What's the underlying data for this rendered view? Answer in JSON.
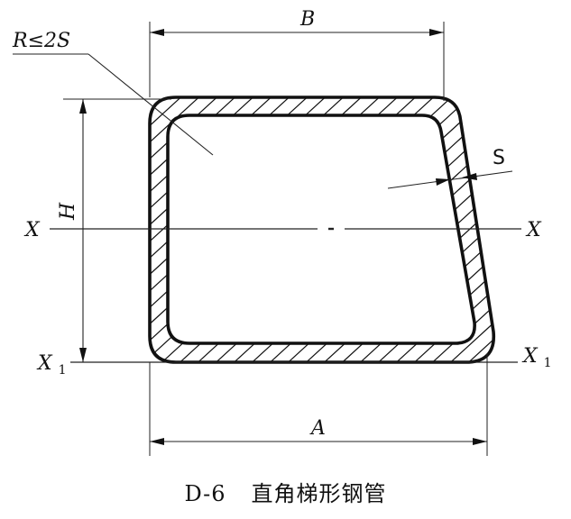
{
  "labels": {
    "radius": "R≤2S",
    "top_width": "B",
    "bottom_width": "A",
    "height": "H",
    "thickness": "S",
    "axis_x": "X",
    "axis_x1_main": "X",
    "axis_x1_sub": "1"
  },
  "caption": {
    "id": "D-6",
    "title": "直角梯形钢管"
  }
}
